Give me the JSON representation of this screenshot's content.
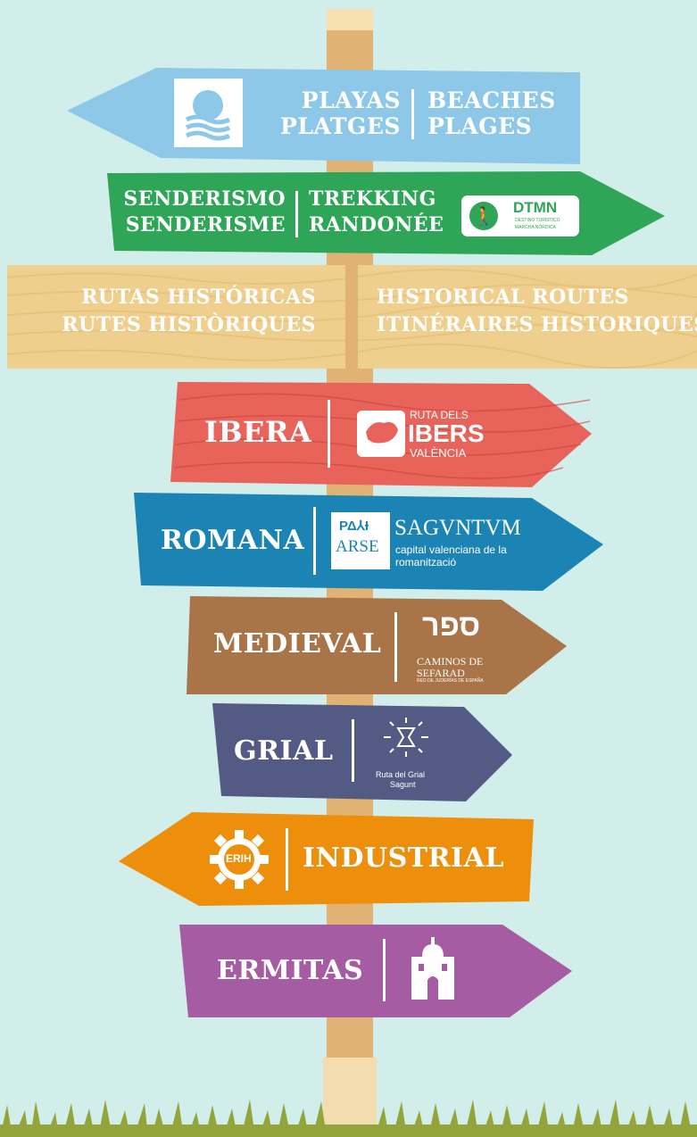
{
  "colors": {
    "background": "#d2eeea",
    "pole": "#e0b274",
    "beaches": "#8ec8e8",
    "trekking": "#2fa557",
    "historical": "#efcf8e",
    "ibera": "#e8645a",
    "romana": "#1b84b4",
    "medieval": "#a97447",
    "grial": "#535b84",
    "industrial": "#ee8f0b",
    "ermitas": "#a65ca3",
    "grass": "#93a53a"
  },
  "beaches": {
    "icon": "blue-flag-wave-icon",
    "es": "PLAYAS",
    "ca": "PLATGES",
    "en": "BEACHES",
    "fr": "PLAGES"
  },
  "trekking": {
    "es": "SENDERISMO",
    "ca": "SENDERISME",
    "en": "TREKKING",
    "fr": "RANDONÉE",
    "logo": {
      "title": "DTMN",
      "line1": "DESTINO TURÍSTICO",
      "line2": "MARCHA NÓRDICA"
    }
  },
  "historical": {
    "es": "RUTAS HISTÓRICAS",
    "ca": "RUTES HISTÒRIQUES",
    "en": "HISTORICAL ROUTES",
    "fr": "ITINÉRAIRES HISTORIQUES"
  },
  "ibera": {
    "label": "IBERA",
    "logo": {
      "line1": "RUTA DELS",
      "line2": "IBERS",
      "line3": "VALÈNCIA"
    }
  },
  "romana": {
    "label": "ROMANA",
    "logo": {
      "iberian": "ΡΔ⅄Ɨ",
      "arse": "ARSE",
      "name": "SAGVNTVM",
      "sub1": "capital valenciana de la",
      "sub2": "romanització"
    }
  },
  "medieval": {
    "label": "MEDIEVAL",
    "logo": {
      "glyphs": "ספר",
      "line1": "CAMINOS DE",
      "line2": "SEFARAD",
      "line3": "RED DE JUDERÍAS DE ESPAÑA"
    }
  },
  "grial": {
    "label": "GRIAL",
    "logo": {
      "line1": "Ruta del Grial",
      "line2": "Sagunt"
    }
  },
  "industrial": {
    "label": "INDUSTRIAL",
    "logo": {
      "text": "ERIH"
    }
  },
  "ermitas": {
    "label": "ERMITAS",
    "icon": "hermitage-chapel-icon"
  }
}
